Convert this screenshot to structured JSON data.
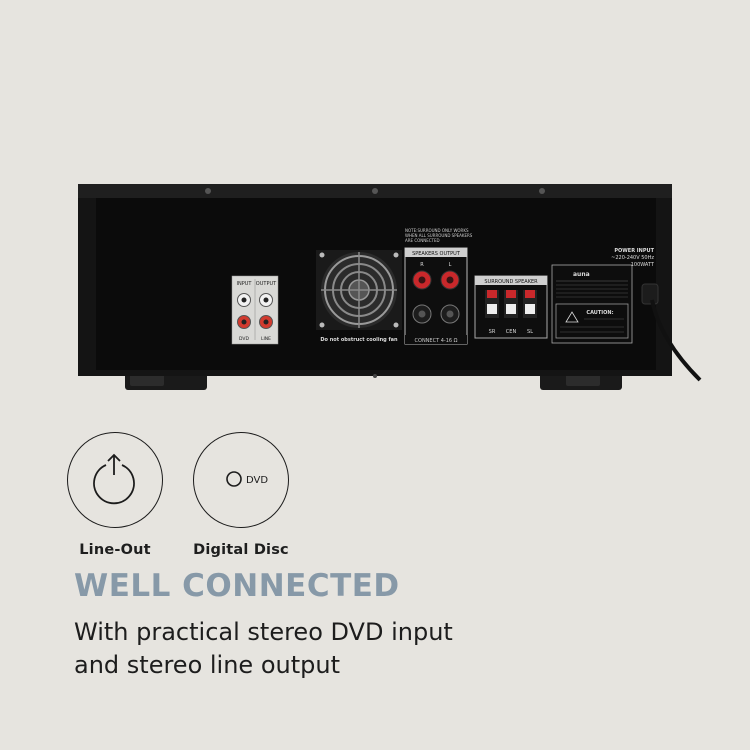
{
  "amplifier": {
    "input_label": "INPUT",
    "output_label": "OUTPUT",
    "l_label": "L",
    "r_label": "R",
    "dvd_label": "DVD",
    "line_label": "LINE",
    "fan_note": "Do not obstruct cooling fan",
    "speaker_note_1": "NOTE:SURROUND ONLY WORKS",
    "speaker_note_2": "WHEN ALL SURROUND SPEAKERS",
    "speaker_note_3": "ARE CONNECTED",
    "speakers_output_label": "SPEAKERS OUTPUT",
    "connect_label": "CONNECT 4-16 Ω",
    "surround_label": "SURROUND SPEAKER",
    "sr_label": "SR",
    "cen_label": "CEN",
    "sl_label": "SL",
    "power_input_label": "POWER INPUT",
    "voltage_label": "~220-240V 50Hz",
    "wattage_label": "100WATT",
    "brand": "auna",
    "caution_label": "CAUTION:",
    "case_color": "#161616",
    "panel_color": "#0c0c0c",
    "terminal_red": "#c9282b",
    "rca_red": "#d23a2e"
  },
  "features": [
    {
      "label": "Line-Out",
      "icon": "line-out-icon"
    },
    {
      "label": "Digital Disc",
      "icon": "dvd-disc-icon",
      "icon_text": "DVD"
    }
  ],
  "headline": "WELL CONNECTED",
  "subtext_line1": "With practical stereo DVD input",
  "subtext_line2": "and stereo line output",
  "colors": {
    "background": "#e6e4df",
    "headline": "#8799a8",
    "text": "#1d1d1d"
  }
}
